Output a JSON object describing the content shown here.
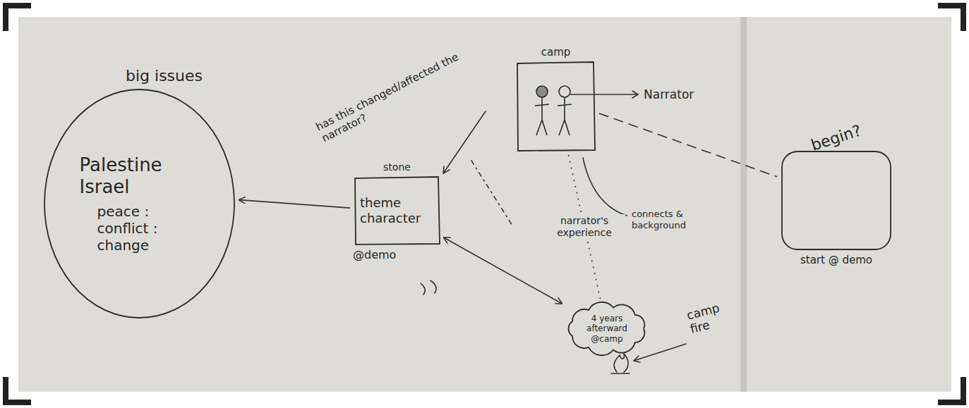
{
  "diagram": {
    "nodes": [
      {
        "text": [
          "big issues",
          "Palestine Israel",
          "peace : conflict : change"
        ]
      },
      {
        "text": [
          "stone",
          "theme character",
          "@demo"
        ]
      },
      {
        "text": [
          "camp"
        ]
      },
      {
        "text": [
          "4 years afterward @camp"
        ]
      },
      {
        "text": [
          "begin?",
          "start @ demo"
        ]
      }
    ],
    "edges": [
      {
        "from": 1,
        "to": 0,
        "arrow": "to"
      },
      {
        "from": 1,
        "to": 3,
        "arrow": "both"
      },
      {
        "from": 2,
        "to": 3,
        "arrow": "none",
        "label": "narrator's experience"
      },
      {
        "from": 2,
        "to": 4,
        "arrow": "none"
      }
    ],
    "labels": [
      "has this changed/affected the narrator?",
      "Narrator",
      "connects & background",
      "camp fire"
    ]
  }
}
